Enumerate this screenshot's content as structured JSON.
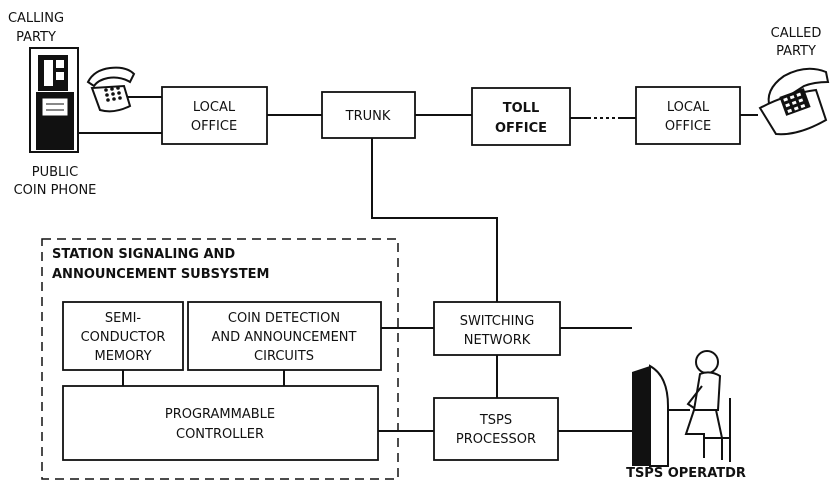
{
  "labels": {
    "calling_party": [
      "CALLING",
      "PARTY"
    ],
    "public_coin_phone": [
      "PUBLIC",
      "COIN PHONE"
    ],
    "called_party": [
      "CALLED",
      "PARTY"
    ],
    "tsps_operator": "TSPS OPERATDR"
  },
  "boxes": {
    "local_office_1": [
      "LOCAL",
      "OFFICE"
    ],
    "trunk": [
      "TRUNK"
    ],
    "toll_office": [
      "TOLL",
      "OFFICE"
    ],
    "local_office_2": [
      "LOCAL",
      "OFFICE"
    ],
    "switching_network": [
      "SWITCHING",
      "NETWORK"
    ],
    "tsps_processor": [
      "TSPS",
      "PROCESSOR"
    ],
    "semiconductor_memory": [
      "SEMI-",
      "CONDUCTOR",
      "MEMORY"
    ],
    "coin_detection": [
      "COIN  DETECTION",
      "AND ANNOUNCEMENT",
      "CIRCUITS"
    ],
    "programmable_controller": [
      "PROGRAMMABLE",
      "CONTROLLER"
    ]
  },
  "subsystem": {
    "title": [
      "STATION SIGNALING AND",
      "ANNOUNCEMENT SUBSYSTEM"
    ]
  },
  "icons": [
    "coin-phone-icon",
    "desk-telephone-icon",
    "called-telephone-icon",
    "operator-icon"
  ]
}
